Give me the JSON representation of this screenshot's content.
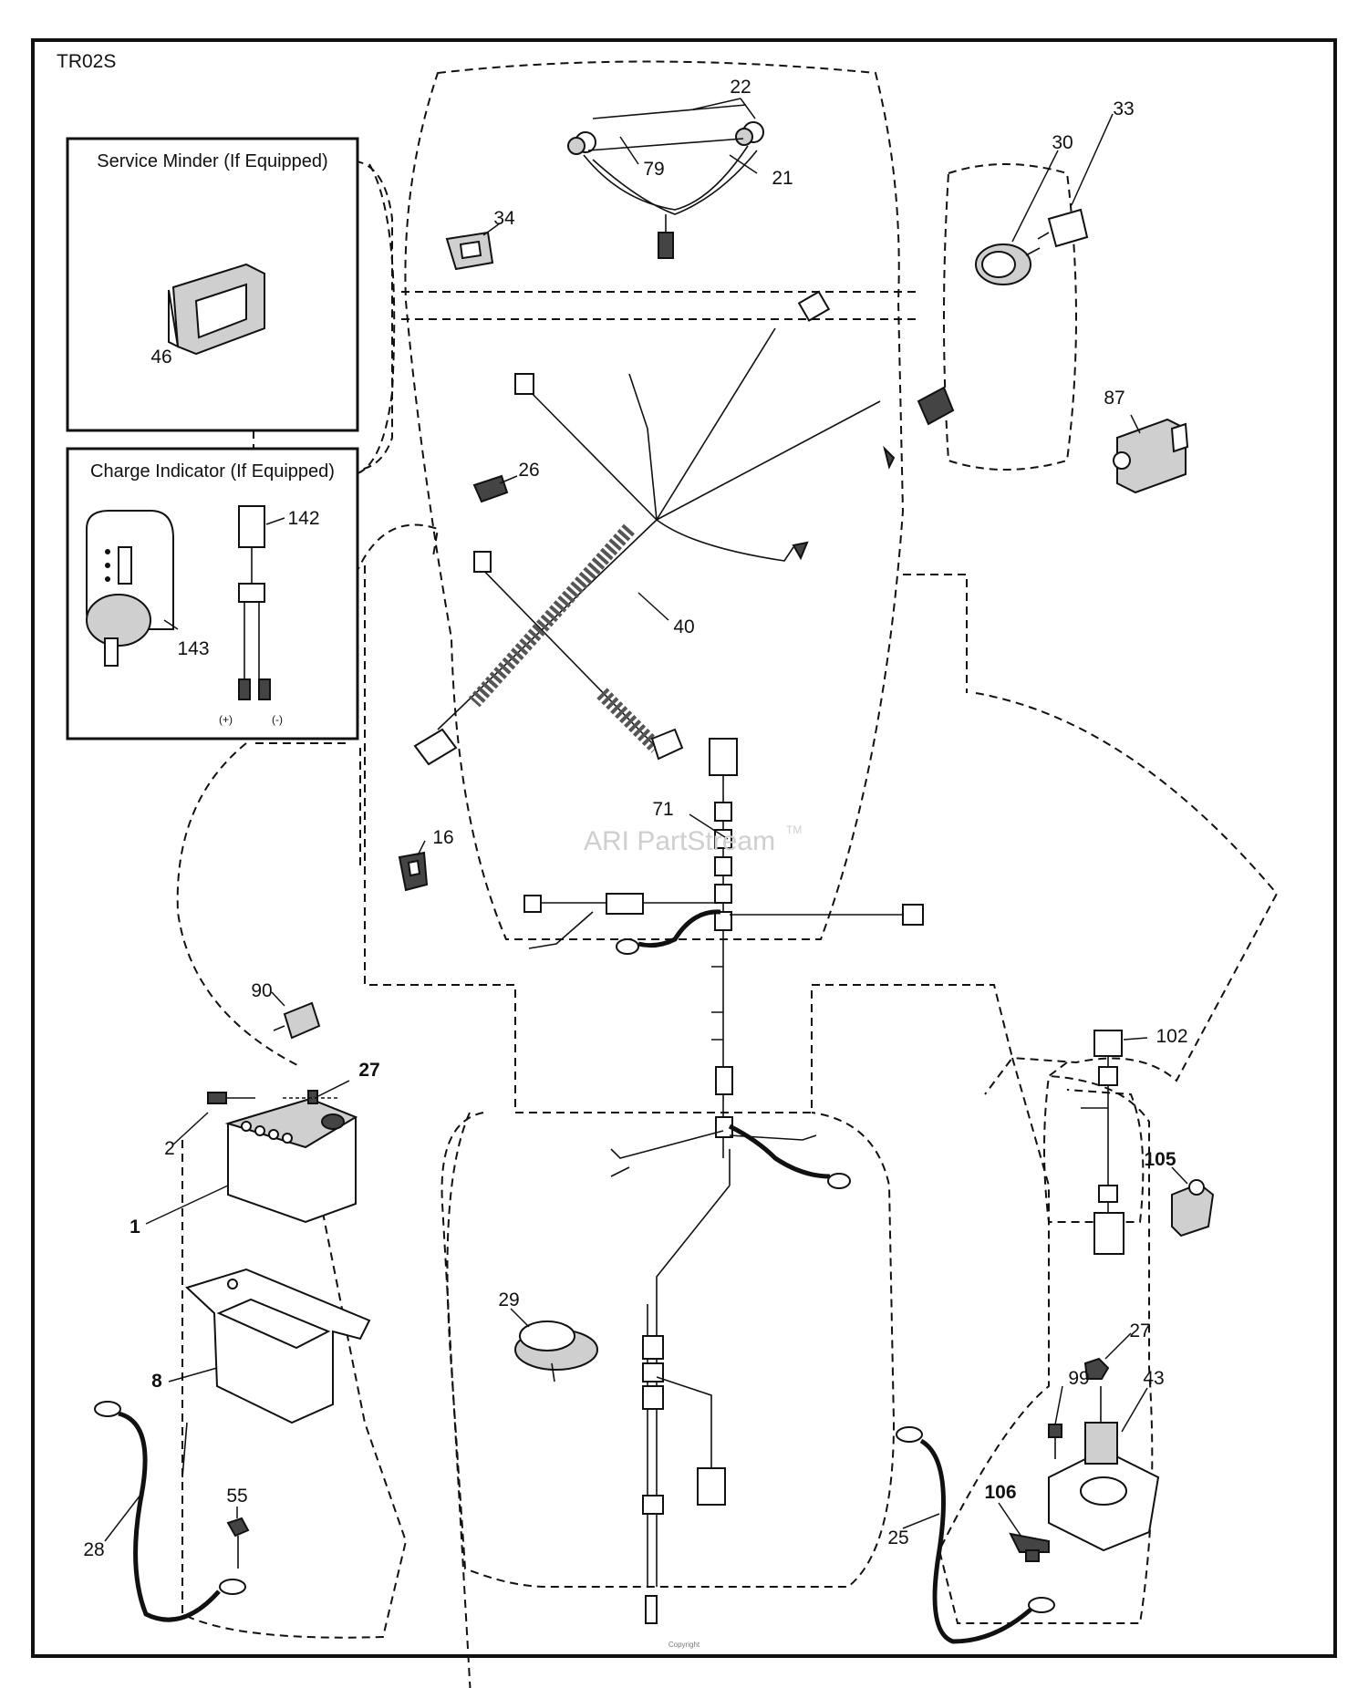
{
  "diagram_code": "TR02S",
  "boxes": {
    "service_minder_title": "Service Minder (If Equipped)",
    "charge_indicator_title": "Charge Indicator (If Equipped)",
    "polarity_plus": "(+)",
    "polarity_minus": "(-)"
  },
  "watermark": "ARI PartStream",
  "watermark_tm": "TM",
  "copyright": "Copyright",
  "part_labels": [
    {
      "id": "22",
      "label": "22",
      "bold": false
    },
    {
      "id": "79",
      "label": "79",
      "bold": false
    },
    {
      "id": "21",
      "label": "21",
      "bold": false
    },
    {
      "id": "33",
      "label": "33",
      "bold": false
    },
    {
      "id": "30",
      "label": "30",
      "bold": false
    },
    {
      "id": "34",
      "label": "34",
      "bold": false
    },
    {
      "id": "46",
      "label": "46",
      "bold": false
    },
    {
      "id": "87",
      "label": "87",
      "bold": false
    },
    {
      "id": "26",
      "label": "26",
      "bold": false
    },
    {
      "id": "142",
      "label": "142",
      "bold": false
    },
    {
      "id": "143",
      "label": "143",
      "bold": false
    },
    {
      "id": "40",
      "label": "40",
      "bold": false
    },
    {
      "id": "71",
      "label": "71",
      "bold": false
    },
    {
      "id": "16",
      "label": "16",
      "bold": false
    },
    {
      "id": "90",
      "label": "90",
      "bold": false
    },
    {
      "id": "27a",
      "label": "27",
      "bold": true
    },
    {
      "id": "2",
      "label": "2",
      "bold": false
    },
    {
      "id": "1",
      "label": "1",
      "bold": true
    },
    {
      "id": "102",
      "label": "102",
      "bold": false
    },
    {
      "id": "105",
      "label": "105",
      "bold": true
    },
    {
      "id": "29",
      "label": "29",
      "bold": false
    },
    {
      "id": "8",
      "label": "8",
      "bold": true
    },
    {
      "id": "27b",
      "label": "27",
      "bold": false
    },
    {
      "id": "99",
      "label": "99",
      "bold": false
    },
    {
      "id": "43",
      "label": "43",
      "bold": false
    },
    {
      "id": "28",
      "label": "28",
      "bold": false
    },
    {
      "id": "55",
      "label": "55",
      "bold": false
    },
    {
      "id": "106",
      "label": "106",
      "bold": true
    },
    {
      "id": "25",
      "label": "25",
      "bold": false
    }
  ]
}
